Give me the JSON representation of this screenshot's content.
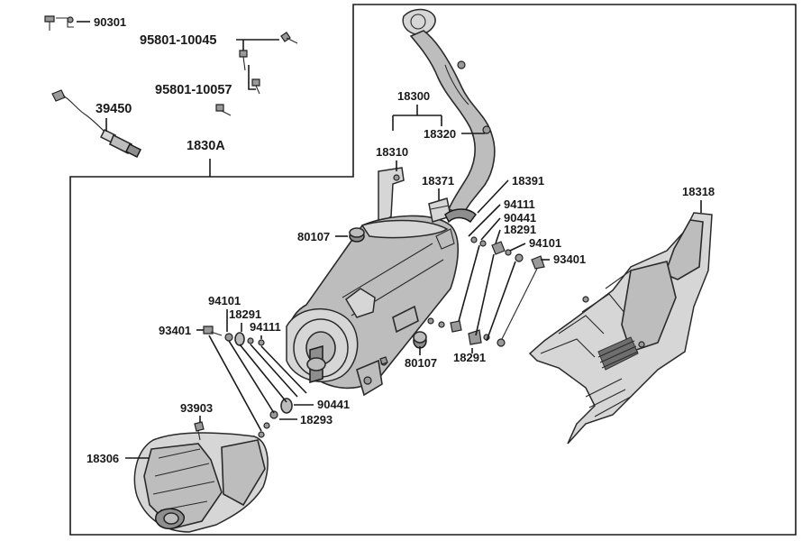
{
  "labels": {
    "p90301": "90301",
    "p95801_10045": "95801-10045",
    "p95801_10057": "95801-10057",
    "p39450": "39450",
    "p1830A": "1830A",
    "p18300": "18300",
    "p18320": "18320",
    "p18310": "18310",
    "p18371": "18371",
    "p18391": "18391",
    "p94111_top": "94111",
    "p90441_top": "90441",
    "p18291_top": "18291",
    "p94101_top": "94101",
    "p93401_top": "93401",
    "p18318": "18318",
    "p80107_top": "80107",
    "p94101_left": "94101",
    "p18291_left": "18291",
    "p94111_left": "94111",
    "p93401_left": "93401",
    "p80107_bottom": "80107",
    "p18291_bottom": "18291",
    "p90441_left": "90441",
    "p18293": "18293",
    "p93903": "93903",
    "p18306": "18306"
  }
}
